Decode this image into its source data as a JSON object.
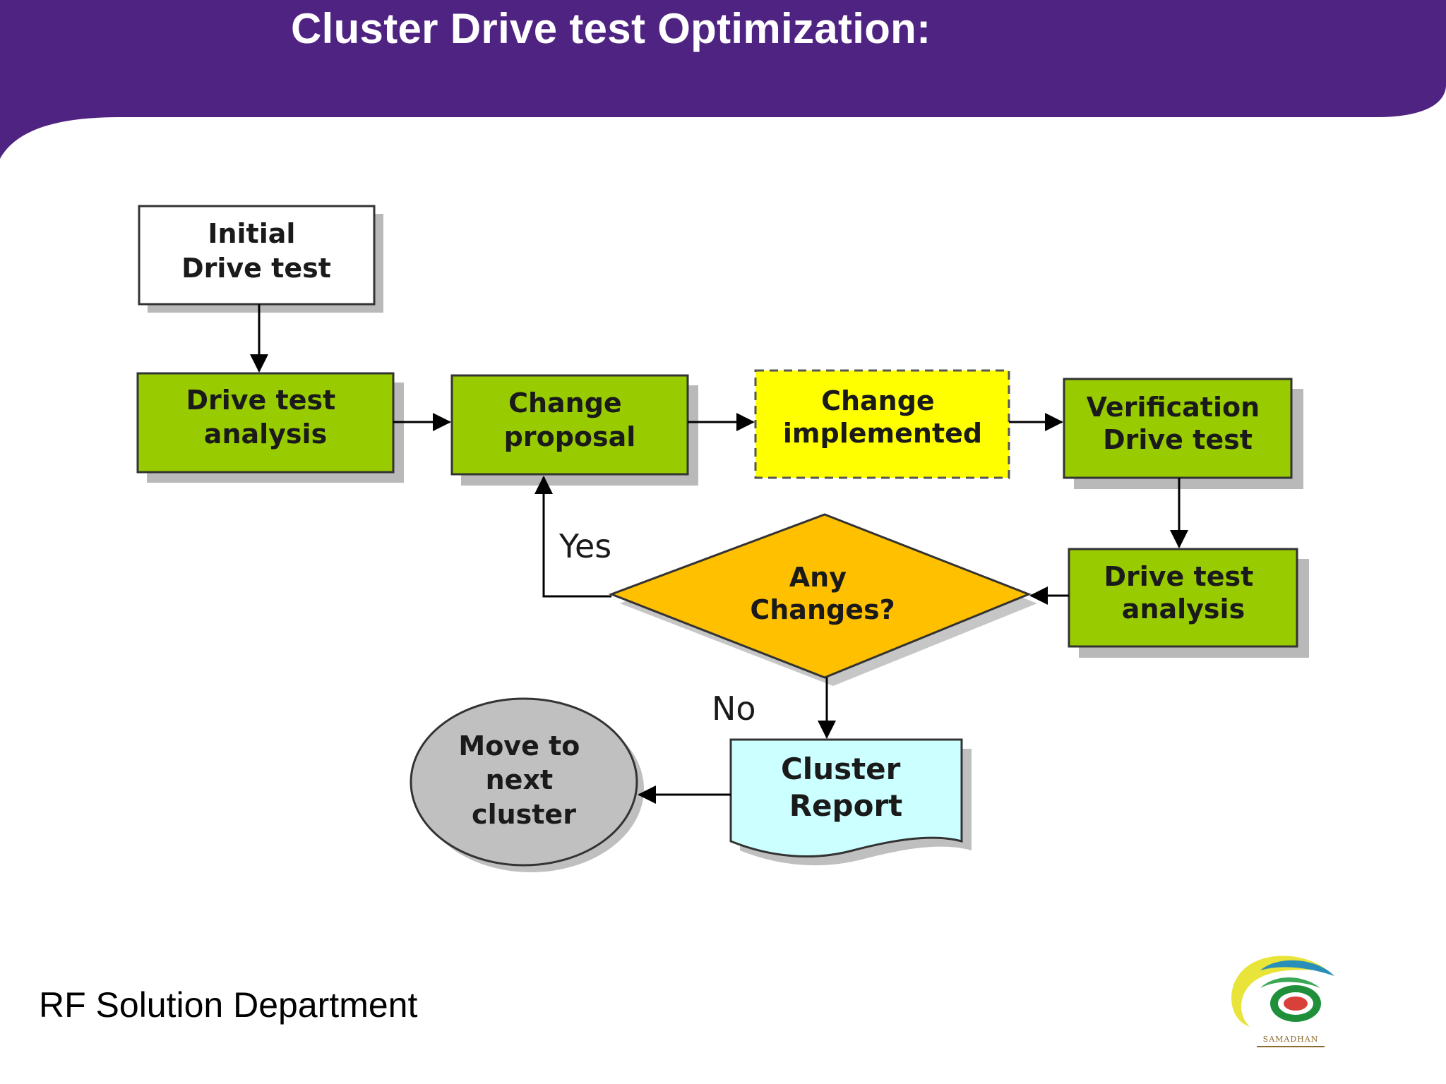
{
  "slide": {
    "title": "Cluster Drive test Optimization:",
    "footer": "RF Solution Department"
  },
  "colors": {
    "header": "#4f2382",
    "process_green": "#99cc00",
    "implemented_yellow": "#ffff00",
    "decision_orange": "#ffc000",
    "report_blue": "#ccffff",
    "terminal_gray": "#c0c0c0"
  },
  "diagram": {
    "nodes": {
      "initial_drive_test": {
        "lines": [
          "Initial",
          "Drive test"
        ]
      },
      "drive_test_analysis_1": {
        "lines": [
          "Drive test",
          "analysis"
        ]
      },
      "change_proposal": {
        "lines": [
          "Change",
          "proposal"
        ]
      },
      "change_implemented": {
        "lines": [
          "Change",
          "implemented"
        ]
      },
      "verification_drive_test": {
        "lines": [
          "Verification",
          "Drive test"
        ]
      },
      "drive_test_analysis_2": {
        "lines": [
          "Drive test",
          "analysis"
        ]
      },
      "any_changes": {
        "lines": [
          "Any",
          "Changes?"
        ]
      },
      "cluster_report": {
        "lines": [
          "Cluster",
          "Report"
        ]
      },
      "move_to_next_cluster": {
        "lines": [
          "Move to",
          "next",
          "cluster"
        ]
      }
    },
    "edge_labels": {
      "yes": "Yes",
      "no": "No"
    }
  },
  "logo": {
    "name": "samadhan-logo",
    "text": "SAMADHAN"
  }
}
